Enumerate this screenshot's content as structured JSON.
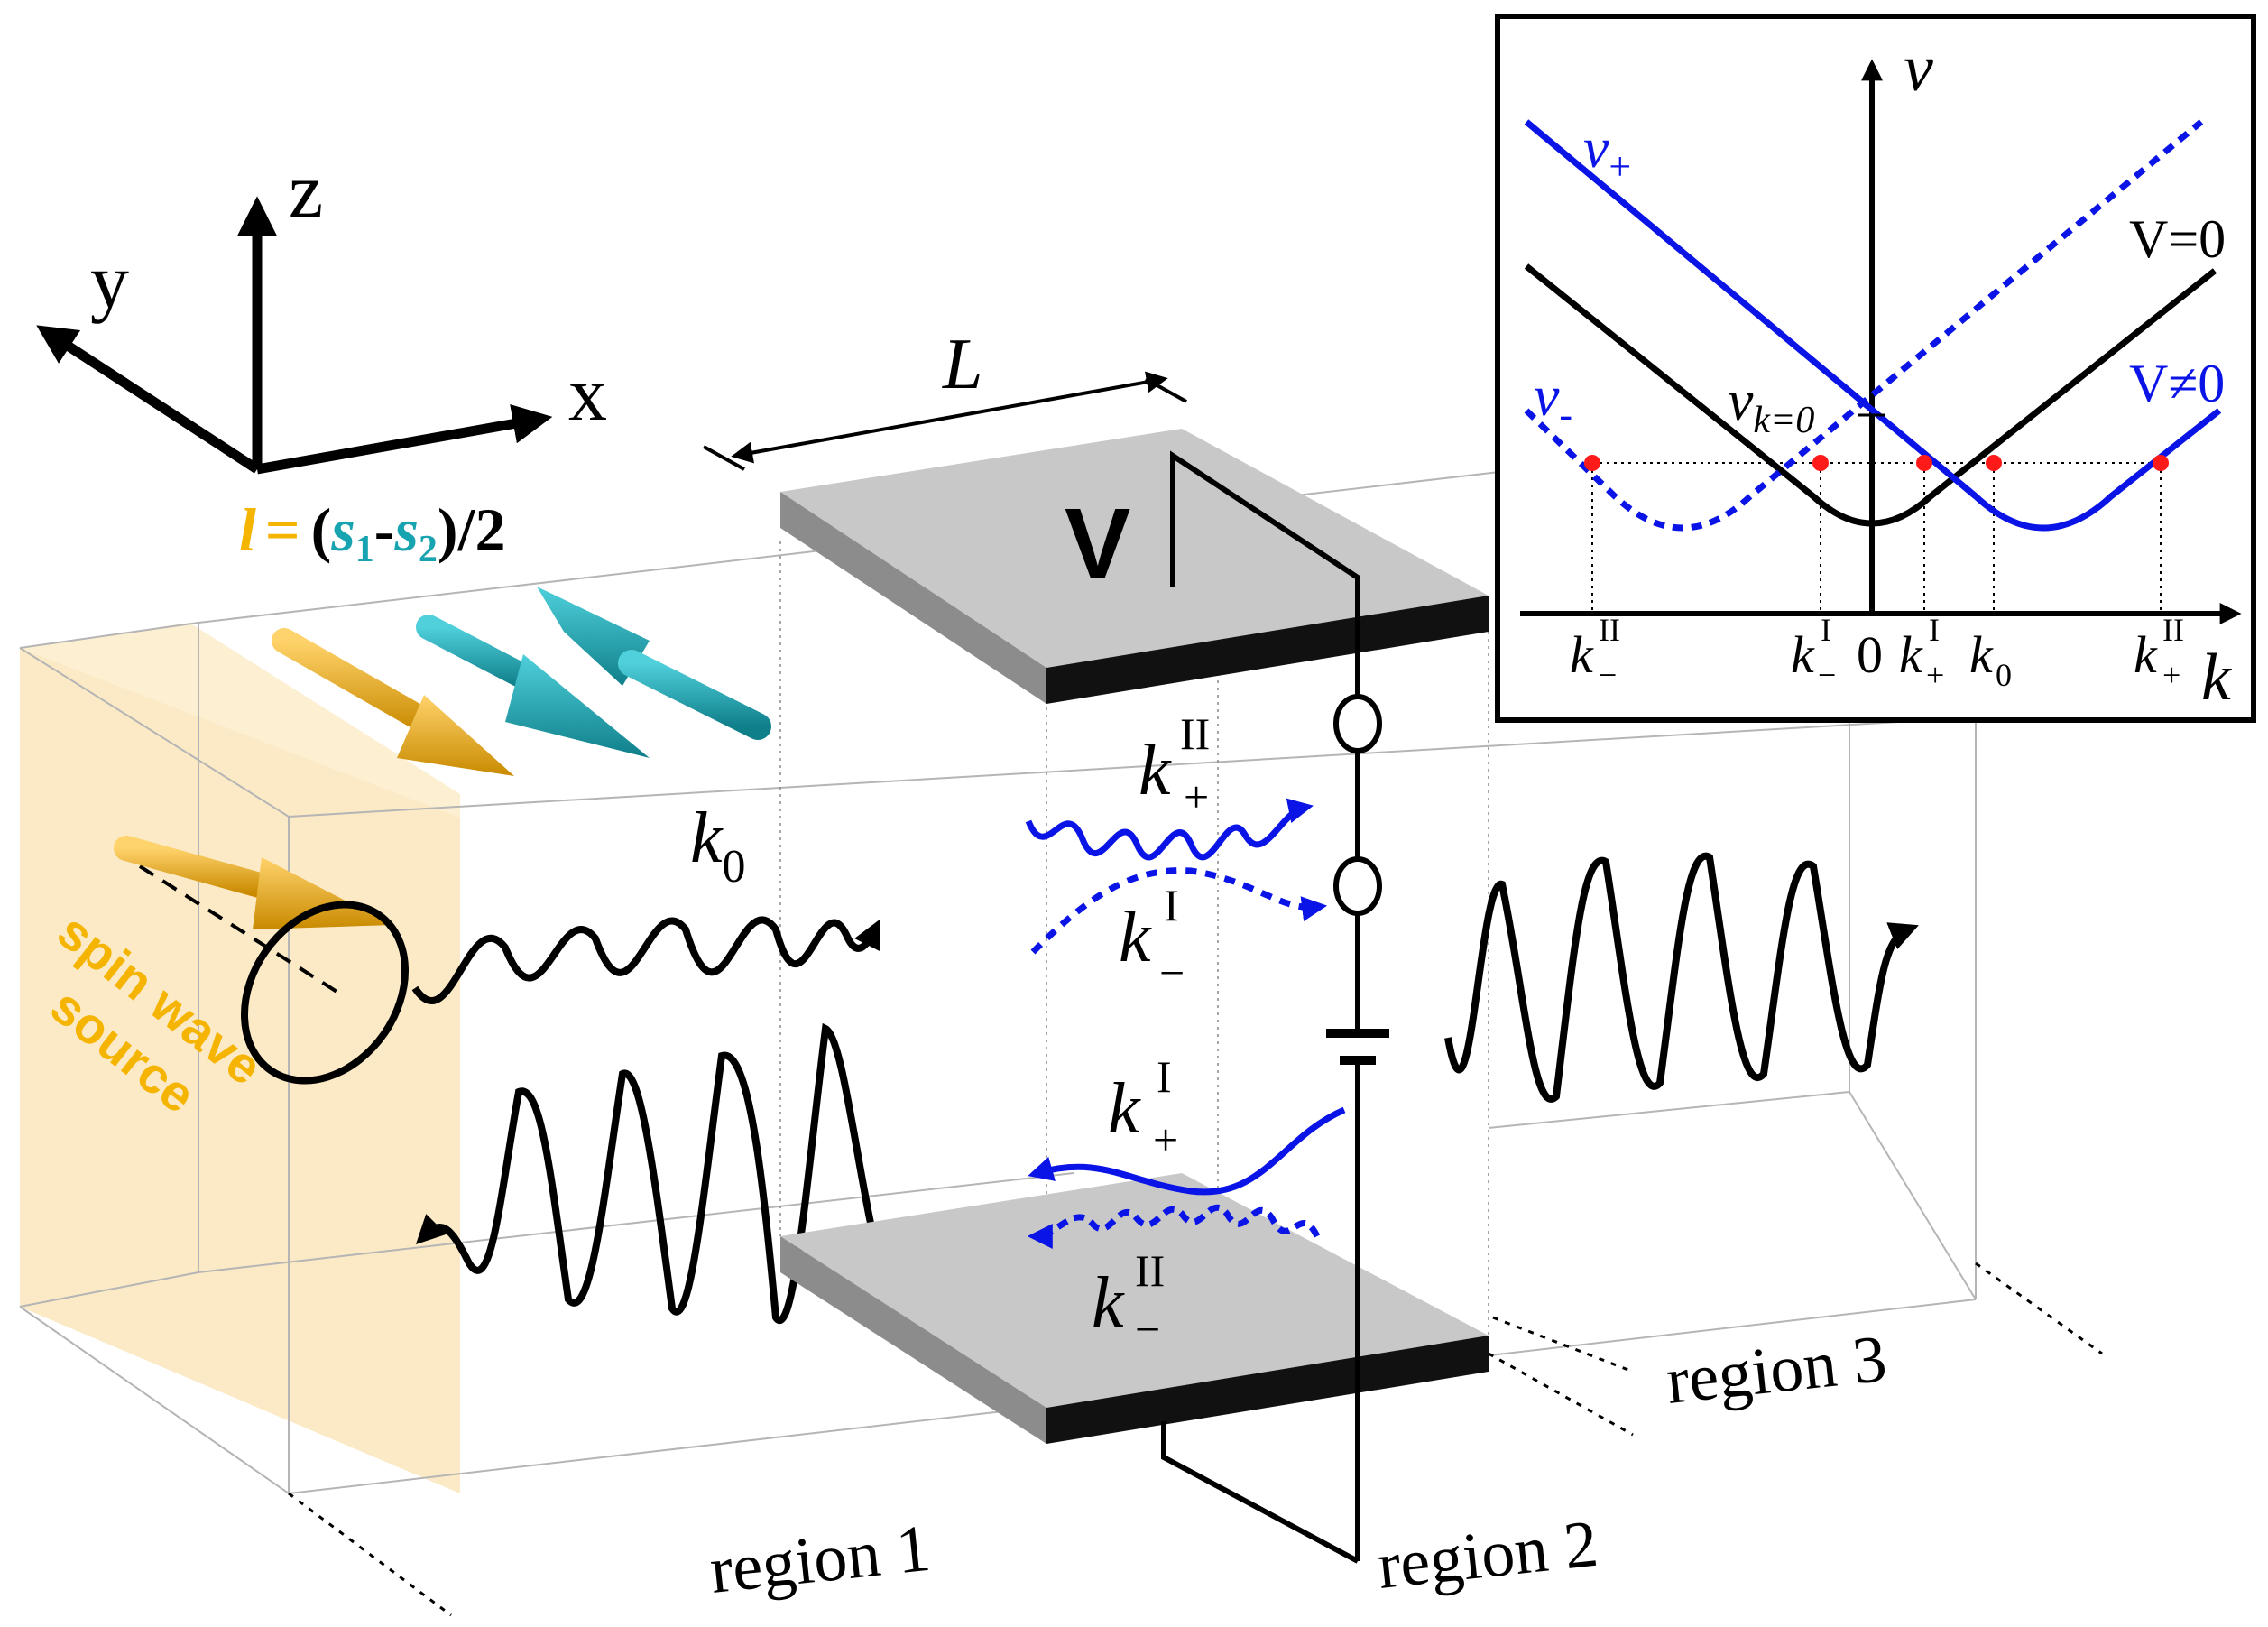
{
  "axes3d": {
    "x": "x",
    "y": "y",
    "z": "z"
  },
  "order_param": {
    "l": "l",
    "eq": "= (",
    "s1": "s",
    "sub1": "1",
    "minus": "-",
    "s2": "s",
    "sub2": "2",
    "tail": ")/2"
  },
  "source_label": [
    "spin wave",
    "source"
  ],
  "length_label": "L",
  "voltage_label": "V",
  "k0": {
    "base": "k",
    "sub": "0"
  },
  "wave_labels": {
    "k_plus_II": {
      "base": "k",
      "sup": "II",
      "sub": "+"
    },
    "k_minus_I": {
      "base": "k",
      "sup": "I",
      "sub": "−"
    },
    "k_plus_I": {
      "base": "k",
      "sup": "I",
      "sub": "+"
    },
    "k_minus_II": {
      "base": "k",
      "sup": "II",
      "sub": "−"
    }
  },
  "regions": [
    "region 1",
    "region 2",
    "region 3"
  ],
  "inset": {
    "axis_v": "v",
    "axis_k": "k",
    "v_plus": {
      "base": "v",
      "sub": "+"
    },
    "v_minus": {
      "base": "v",
      "sub": "-"
    },
    "v_k0": {
      "base": "v",
      "sub": "k=0"
    },
    "curve_v0": "V=0",
    "curve_vne0": "V≠0",
    "ticks": [
      {
        "base": "k",
        "sup": "II",
        "sub": "−"
      },
      {
        "base": "k",
        "sup": "I",
        "sub": "−"
      },
      {
        "text": "0"
      },
      {
        "base": "k",
        "sup": "I",
        "sub": "+"
      },
      {
        "base": "k",
        "sub": "0"
      },
      {
        "base": "k",
        "sup": "II",
        "sub": "+"
      }
    ]
  },
  "colors": {
    "black": "#000000",
    "blue": "#0a14e6",
    "gold": "#f5b400",
    "teal": "#17a3b0",
    "red": "#ff1a1a",
    "source_fill": "#fbe8bf",
    "plate": "#c8c8c8"
  }
}
